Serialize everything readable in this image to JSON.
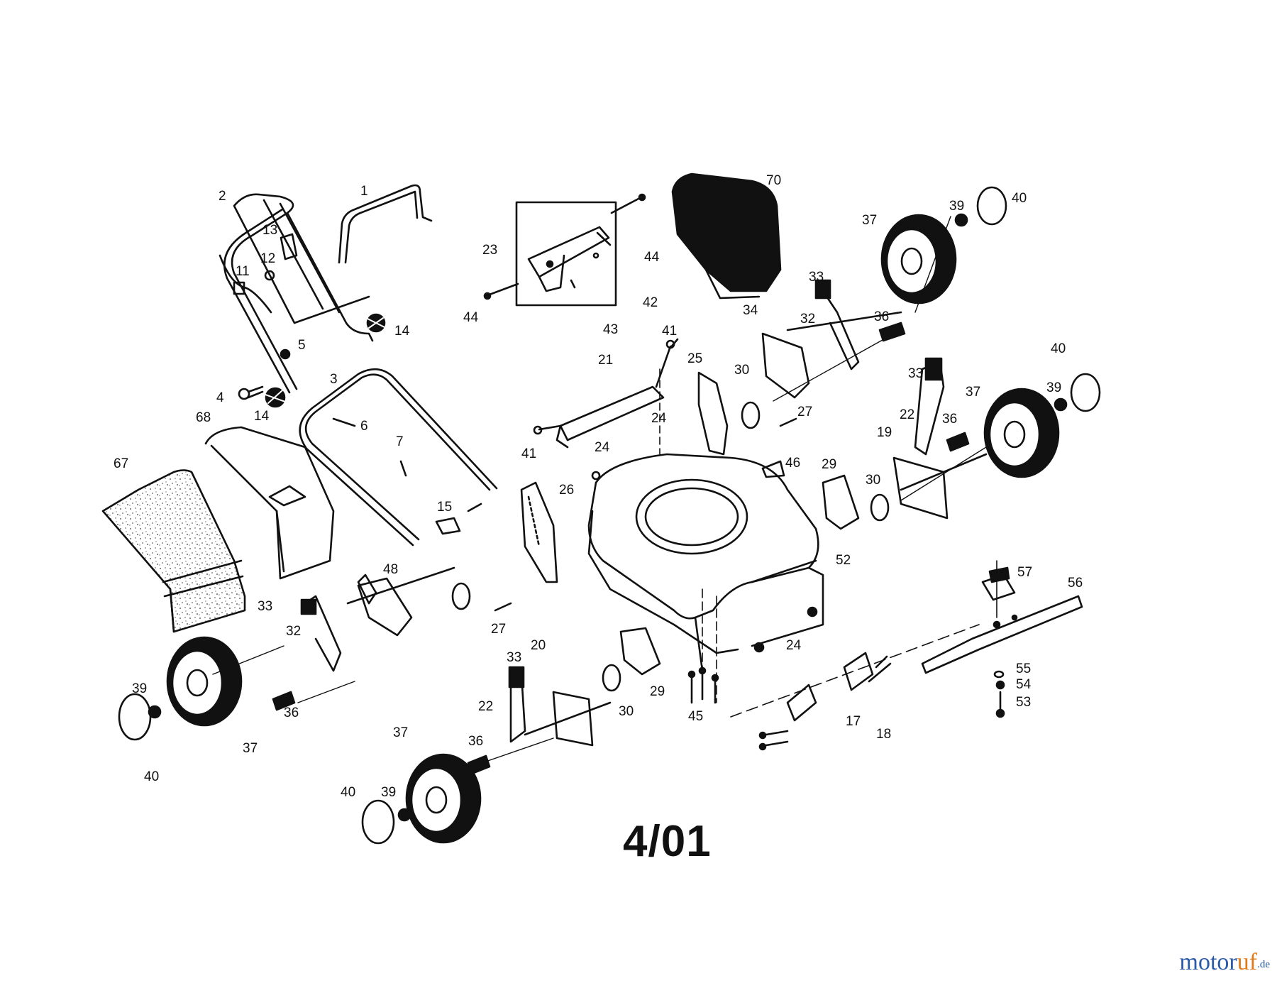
{
  "diagram": {
    "revision_code": "4/01",
    "watermark": {
      "part1": "motor",
      "part2": "uf",
      "suffix": ".de"
    },
    "part_numbers": [
      "1",
      "2",
      "3",
      "4",
      "5",
      "6",
      "7",
      "11",
      "12",
      "13",
      "14",
      "14",
      "15",
      "17",
      "18",
      "19",
      "20",
      "21",
      "22",
      "22",
      "23",
      "24",
      "24",
      "24",
      "25",
      "26",
      "27",
      "27",
      "29",
      "29",
      "30",
      "30",
      "30",
      "32",
      "32",
      "33",
      "33",
      "33",
      "33",
      "34",
      "36",
      "36",
      "36",
      "36",
      "37",
      "37",
      "37",
      "37",
      "39",
      "39",
      "39",
      "39",
      "40",
      "40",
      "40",
      "40",
      "41",
      "41",
      "42",
      "43",
      "44",
      "44",
      "45",
      "46",
      "48",
      "52",
      "53",
      "54",
      "55",
      "56",
      "57",
      "67",
      "68",
      "70"
    ]
  },
  "colors": {
    "ink": "#111111",
    "paper": "#ffffff",
    "grain": "#3a3a3a"
  }
}
